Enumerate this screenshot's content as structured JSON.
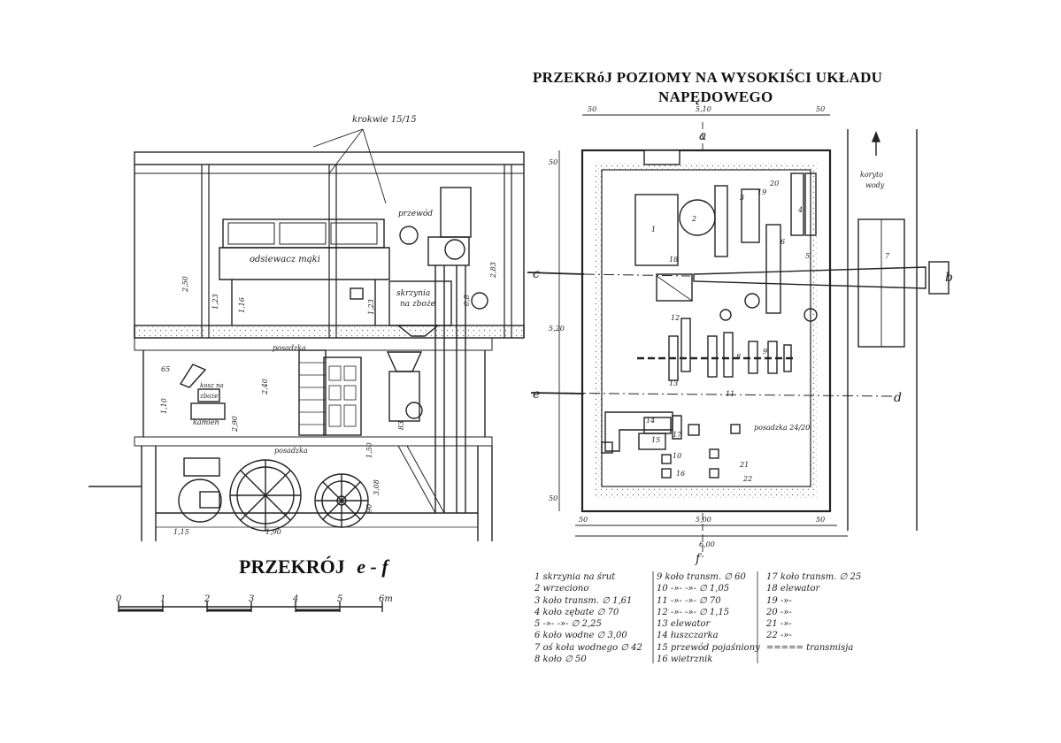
{
  "title_top": {
    "line1": "PRZEKRóJ POZIOMY NA WYSOKIŚCI UKŁADU",
    "line2": "NAPĘDOWEGO"
  },
  "title_section": {
    "prefix": "PRZEKRÓJ",
    "suffix": "e - f"
  },
  "section_labels": {
    "krokwie": "krokwie 15/15",
    "przewod": "przewód",
    "odsiewacz": "odsiewacz mąki",
    "skrzynia": "skrzynia",
    "na_zboze": "na zboże",
    "posadzka1": "posadzka",
    "posadzka2": "posadzka",
    "kosz": "kosz na",
    "zboze": "zboże",
    "kamien": "kamień"
  },
  "section_dims": [
    "2,50",
    "1,23",
    "1,16",
    "1,23",
    "2,83",
    "1,10",
    "2,90",
    "1,50",
    "1,15",
    "1,90",
    "3,08",
    "65",
    "2,40",
    "83",
    "90",
    "0,8"
  ],
  "plan_labels": {
    "a": "a",
    "b": "b",
    "c": "c",
    "d": "d",
    "e": "e",
    "f": "f",
    "koryto1": "koryto",
    "koryto2": "wody",
    "posadzka": "posadzka 24/20"
  },
  "plan_dims": {
    "top": [
      "50",
      "5,10",
      "50"
    ],
    "bottom": [
      "50",
      "5,00",
      "50"
    ],
    "bottom2": "6,00",
    "left": [
      "50",
      "5,20",
      "50"
    ]
  },
  "plan_numbers": [
    "1",
    "2",
    "3",
    "4",
    "5",
    "6",
    "7",
    "8",
    "9",
    "10",
    "11",
    "12",
    "13",
    "14",
    "15",
    "16",
    "17",
    "18",
    "19",
    "20",
    "21",
    "22"
  ],
  "scale_bar": {
    "ticks": [
      "0",
      "1",
      "2",
      "3",
      "4",
      "5",
      "6m"
    ]
  },
  "legend": {
    "col1": [
      "1 skrzynia na śrut",
      "2 wrzeciono",
      "3 koło transm. ∅ 1,61",
      "4 koło zębate ∅ 70",
      "5 -»- -»- ∅ 2,25",
      "6 koło wodne ∅ 3,00",
      "7 oś koła wodnego ∅ 42",
      "8 koło ∅ 50"
    ],
    "col2": [
      "9 koło transm. ∅ 60",
      "10 -»- -»- ∅ 1,05",
      "11 -»- -»- ∅ 70",
      "12 -»- -»- ∅ 1,15",
      "13 elewator",
      "14 łuszczarka",
      "15 przewód pojaśniony",
      "16 wietrznik"
    ],
    "col3": [
      "17 koło transm. ∅ 25",
      "18 elewator",
      "19 -»-",
      "20 -»-",
      "21 -»-",
      "22 -»-",
      "===== transmisja"
    ]
  }
}
